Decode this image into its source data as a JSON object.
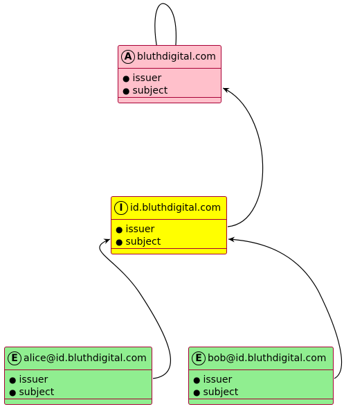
{
  "diagram": {
    "colors": {
      "authority": "#ffc0cb",
      "intermediate": "#ffff00",
      "entity": "#90ee90",
      "border": "#a80036",
      "edge": "#000000"
    },
    "nodes": [
      {
        "id": "root",
        "badge": "A",
        "title": "bluthdigital.com",
        "fields": [
          "issuer",
          "subject"
        ],
        "fill": "#ffc0cb"
      },
      {
        "id": "intermediate",
        "badge": "I",
        "title": "id.bluthdigital.com",
        "fields": [
          "issuer",
          "subject"
        ],
        "fill": "#ffff00"
      },
      {
        "id": "alice",
        "badge": "E",
        "title": "alice@id.bluthdigital.com",
        "fields": [
          "issuer",
          "subject"
        ],
        "fill": "#90ee90"
      },
      {
        "id": "bob",
        "badge": "E",
        "title": "bob@id.bluthdigital.com",
        "fields": [
          "issuer",
          "subject"
        ],
        "fill": "#90ee90"
      }
    ],
    "edges": [
      {
        "from": "root",
        "from_field": "issuer",
        "to": "root",
        "to_field": "issuer"
      },
      {
        "from": "intermediate",
        "from_field": "issuer",
        "to": "root",
        "to_field": "subject"
      },
      {
        "from": "alice",
        "from_field": "issuer",
        "to": "intermediate",
        "to_field": "subject"
      },
      {
        "from": "bob",
        "from_field": "issuer",
        "to": "intermediate",
        "to_field": "subject"
      }
    ]
  }
}
